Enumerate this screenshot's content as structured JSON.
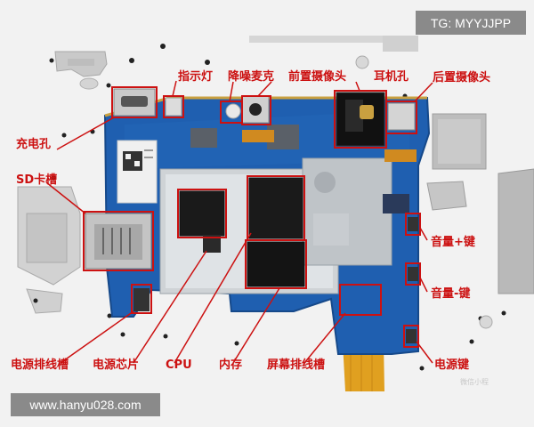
{
  "watermark_top": "TG: MYYJJPP",
  "watermark_bottom": "www.hanyu028.com",
  "faint_credit": "微信小程",
  "labels": {
    "indicator": "指示灯",
    "noise_mic": "降噪麦克",
    "front_cam": "前置摄像头",
    "earphone": "耳机孔",
    "rear_cam": "后置摄像头",
    "charging": "充电孔",
    "sd_slot": "SD卡槽",
    "vol_up": "音量+键",
    "vol_down": "音量-键",
    "power_key": "电源键",
    "power_flex": "电源排线槽",
    "power_chip": "电源芯片",
    "cpu": "CPU",
    "memory": "内存",
    "screen_flex": "屏幕排线槽"
  },
  "colors": {
    "board": "#1f5fb0",
    "annotation": "#cc1111",
    "flex_cable": "#e0a020",
    "chip": "#1a1a1a"
  }
}
